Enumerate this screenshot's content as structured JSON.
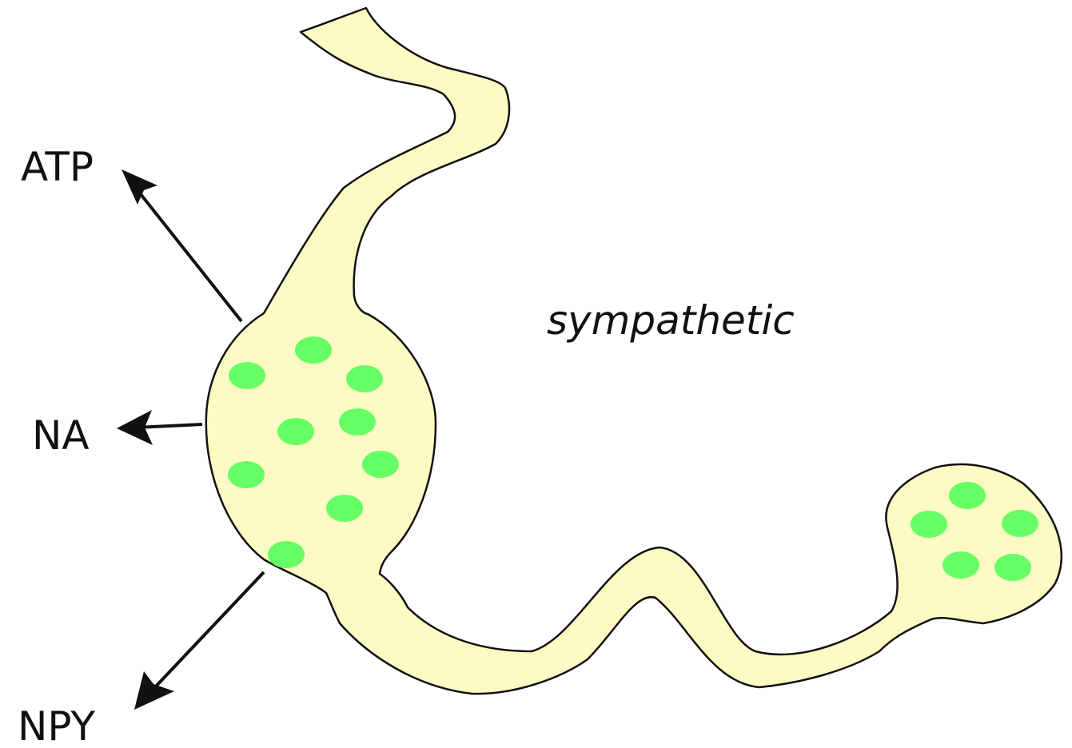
{
  "labels": {
    "atp": "ATP",
    "na": "NA",
    "npy": "NPY",
    "title": "sympathetic"
  },
  "colors": {
    "cell_fill": "#fdfac3",
    "vesicle_fill": "#66ff66",
    "stroke": "#111111"
  }
}
